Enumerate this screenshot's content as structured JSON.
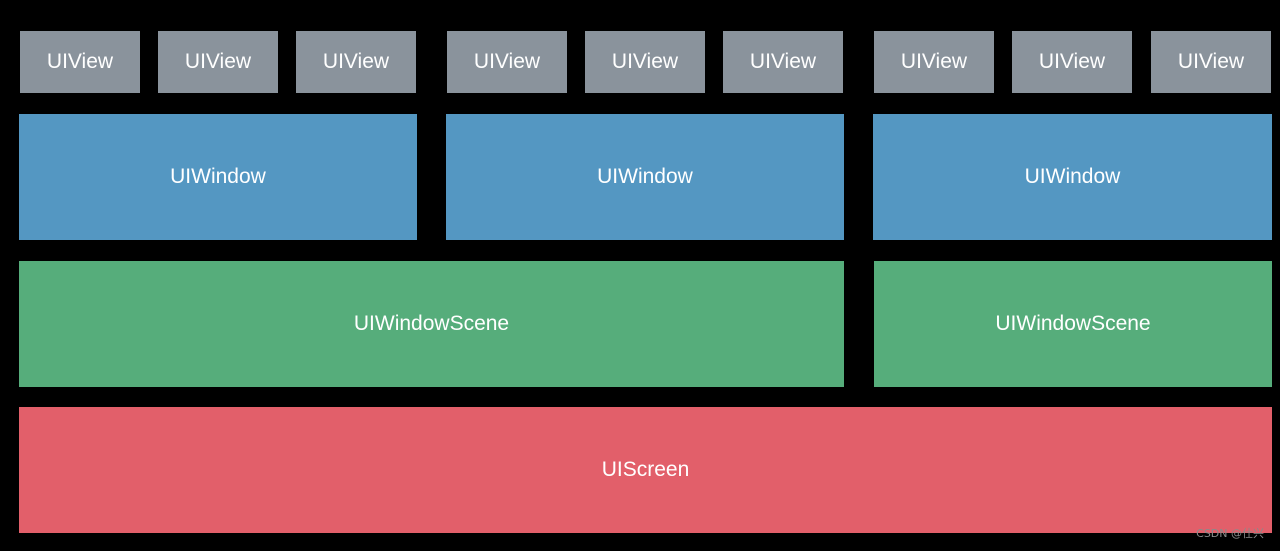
{
  "colors": {
    "background": "#000000",
    "view": "#8A939C",
    "window": "#5497C2",
    "scene": "#56AD7B",
    "screen": "#E25F6A",
    "text": "#FFFFFF"
  },
  "views": [
    {
      "label": "UIView"
    },
    {
      "label": "UIView"
    },
    {
      "label": "UIView"
    },
    {
      "label": "UIView"
    },
    {
      "label": "UIView"
    },
    {
      "label": "UIView"
    },
    {
      "label": "UIView"
    },
    {
      "label": "UIView"
    },
    {
      "label": "UIView"
    }
  ],
  "windows": [
    {
      "label": "UIWindow"
    },
    {
      "label": "UIWindow"
    },
    {
      "label": "UIWindow"
    }
  ],
  "scenes": [
    {
      "label": "UIWindowScene"
    },
    {
      "label": "UIWindowScene"
    }
  ],
  "screen": {
    "label": "UIScreen"
  },
  "watermark": "CSDN @仕兴"
}
